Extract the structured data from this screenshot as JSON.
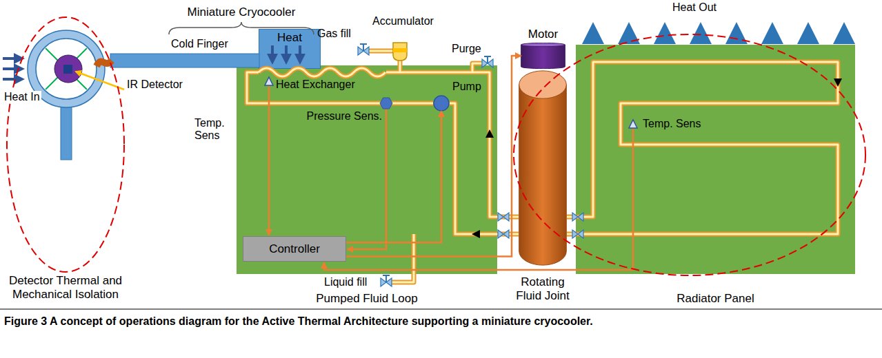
{
  "diagram": {
    "caption": "Figure 3 A concept of operations diagram for the Active Thermal Architecture supporting a miniature cryocooler.",
    "nodes": [
      {
        "text": [
          "Pumped Fluid Loop"
        ]
      },
      {
        "text": [
          "Heat"
        ]
      },
      {
        "text": [
          "Controller"
        ],
        "in": 0
      },
      {
        "text": [
          "Pump"
        ],
        "in": 0
      },
      {
        "text": [
          "Motor"
        ]
      },
      {
        "text": [
          "Rotating Fluid Joint"
        ]
      },
      {
        "text": [
          "Radiator Panel"
        ]
      }
    ],
    "edges": [
      {
        "from": 2,
        "to": 4,
        "arrow": "to"
      },
      {
        "from": 2,
        "to": 3,
        "arrow": "to"
      }
    ],
    "labels": [
      "Miniature Cryocooler",
      "Heat In",
      "Cold Finger",
      "IR Detector",
      "Gas fill",
      "Accumulator",
      "Purge",
      "Heat Out",
      "Temp. Sens",
      "Heat Exchanger",
      "Pressure Sens.",
      "Temp. Sens",
      "Liquid fill",
      "Detector Thermal and Mechanical Isolation"
    ]
  }
}
